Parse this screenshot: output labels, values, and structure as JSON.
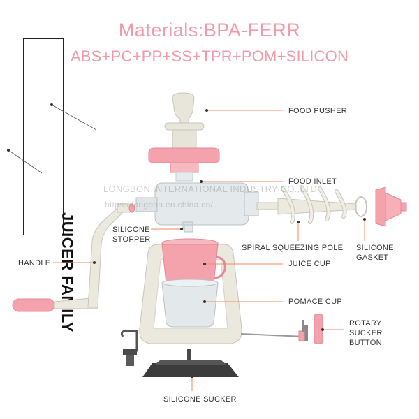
{
  "header": {
    "materials_title": "Materials:BPA-FERR",
    "materials_list": "ABS+PC+PP+SS+TPR+POM+SILICON"
  },
  "side_title": "JUICER FAMILY",
  "watermark": {
    "company": "LONGBON INTERNATIONAL INDUSTRY CO.,LTD",
    "site": "https://longbon.en.china.cn/"
  },
  "parts": {
    "food_pusher": "FOOD PUSHER",
    "food_inlet": "FOOD INLET",
    "silicone_stopper_1": "SILICONE",
    "silicone_stopper_2": "STOPPER",
    "spiral_pole": "SPIRAL SQUEEZING POLE",
    "silicone_gasket_1": "SILICONE",
    "silicone_gasket_2": "GASKET",
    "handle": "HANDLE",
    "juice_cup": "JUICE CUP",
    "pomace_cup": "POMACE CUP",
    "rotary_1": "ROTARY",
    "rotary_2": "SUCKER",
    "rotary_3": "BUTTON",
    "silicone_sucker": "SILICONE SUCKER"
  },
  "colors": {
    "accent_pink": "#f19aa8",
    "leader_orange": "#f08a5d",
    "body_cream": "#ebe8de",
    "pink_part": "#f4a3ad",
    "clear_part": "#dfe4e6",
    "base_dark": "#3c3c3c"
  }
}
